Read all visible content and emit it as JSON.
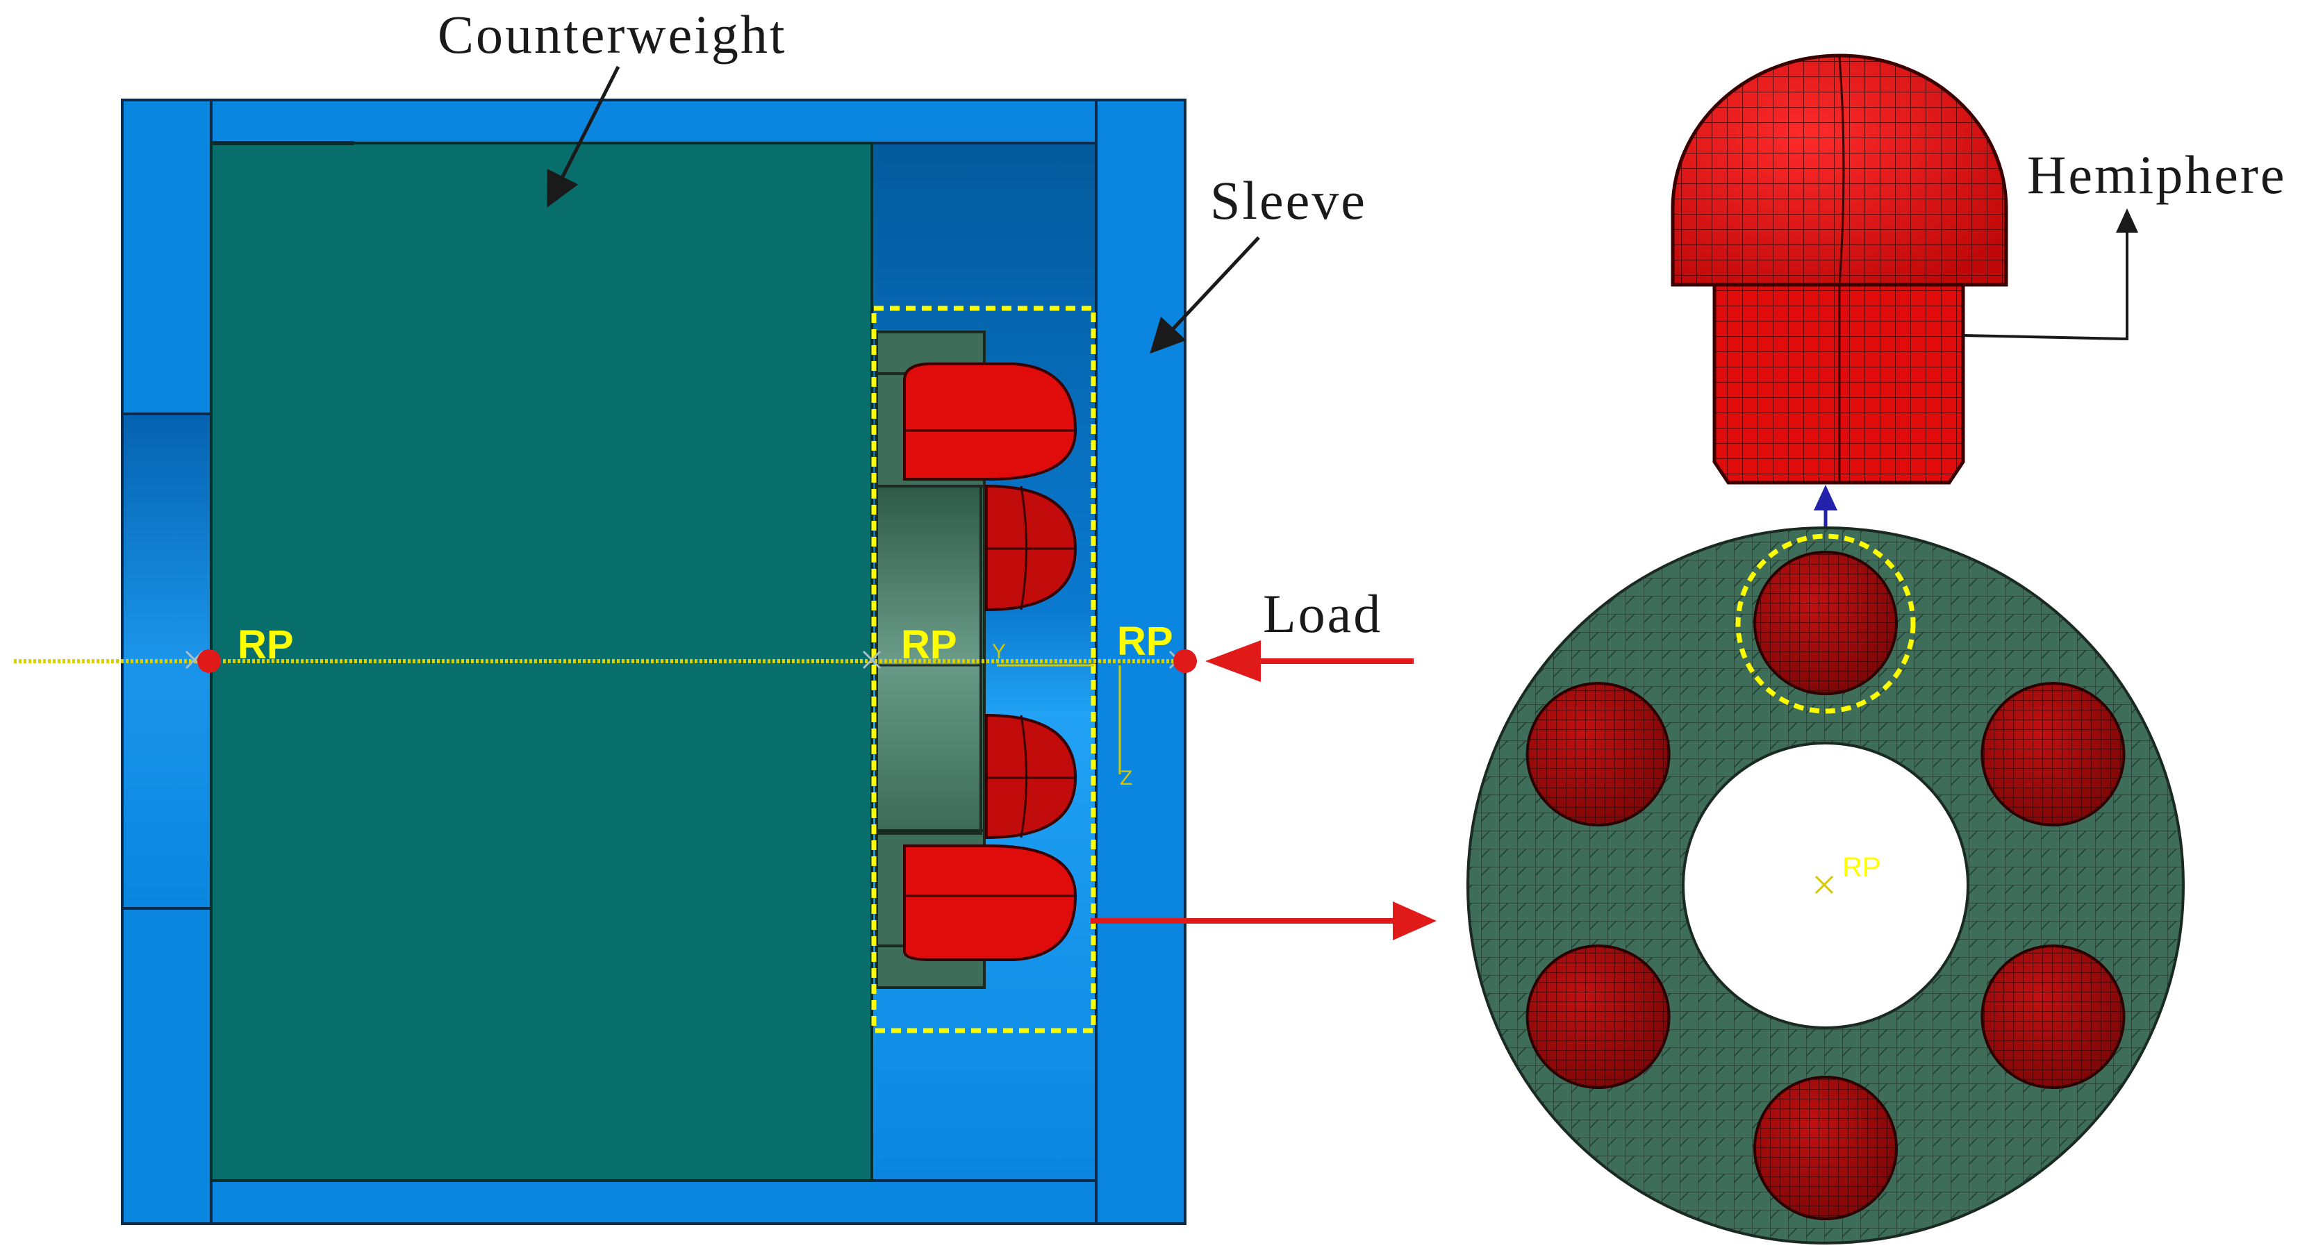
{
  "callouts": {
    "counterweight": "Counterweight",
    "sleeve": "Sleeve",
    "load": "Load",
    "hemisphere": "Hemiphere"
  },
  "reference_points": {
    "left": "RP",
    "center": "RP",
    "right": "RP",
    "ring_center": "RP"
  },
  "axes": {
    "y": "Y",
    "z": "Z"
  },
  "colors": {
    "sleeve_blue": "#0a86e0",
    "sleeve_dark": "#0560a8",
    "counterweight_teal": "#076e6b",
    "disc_green": "#3e6e5a",
    "ball_red": "#d40808",
    "ball_dark_red": "#8e0a0a",
    "arrow_red": "#e01919",
    "highlight_yellow": "#ffff00",
    "load_arrow_blue": "#2222aa"
  },
  "ring": {
    "ball_count": 6
  }
}
